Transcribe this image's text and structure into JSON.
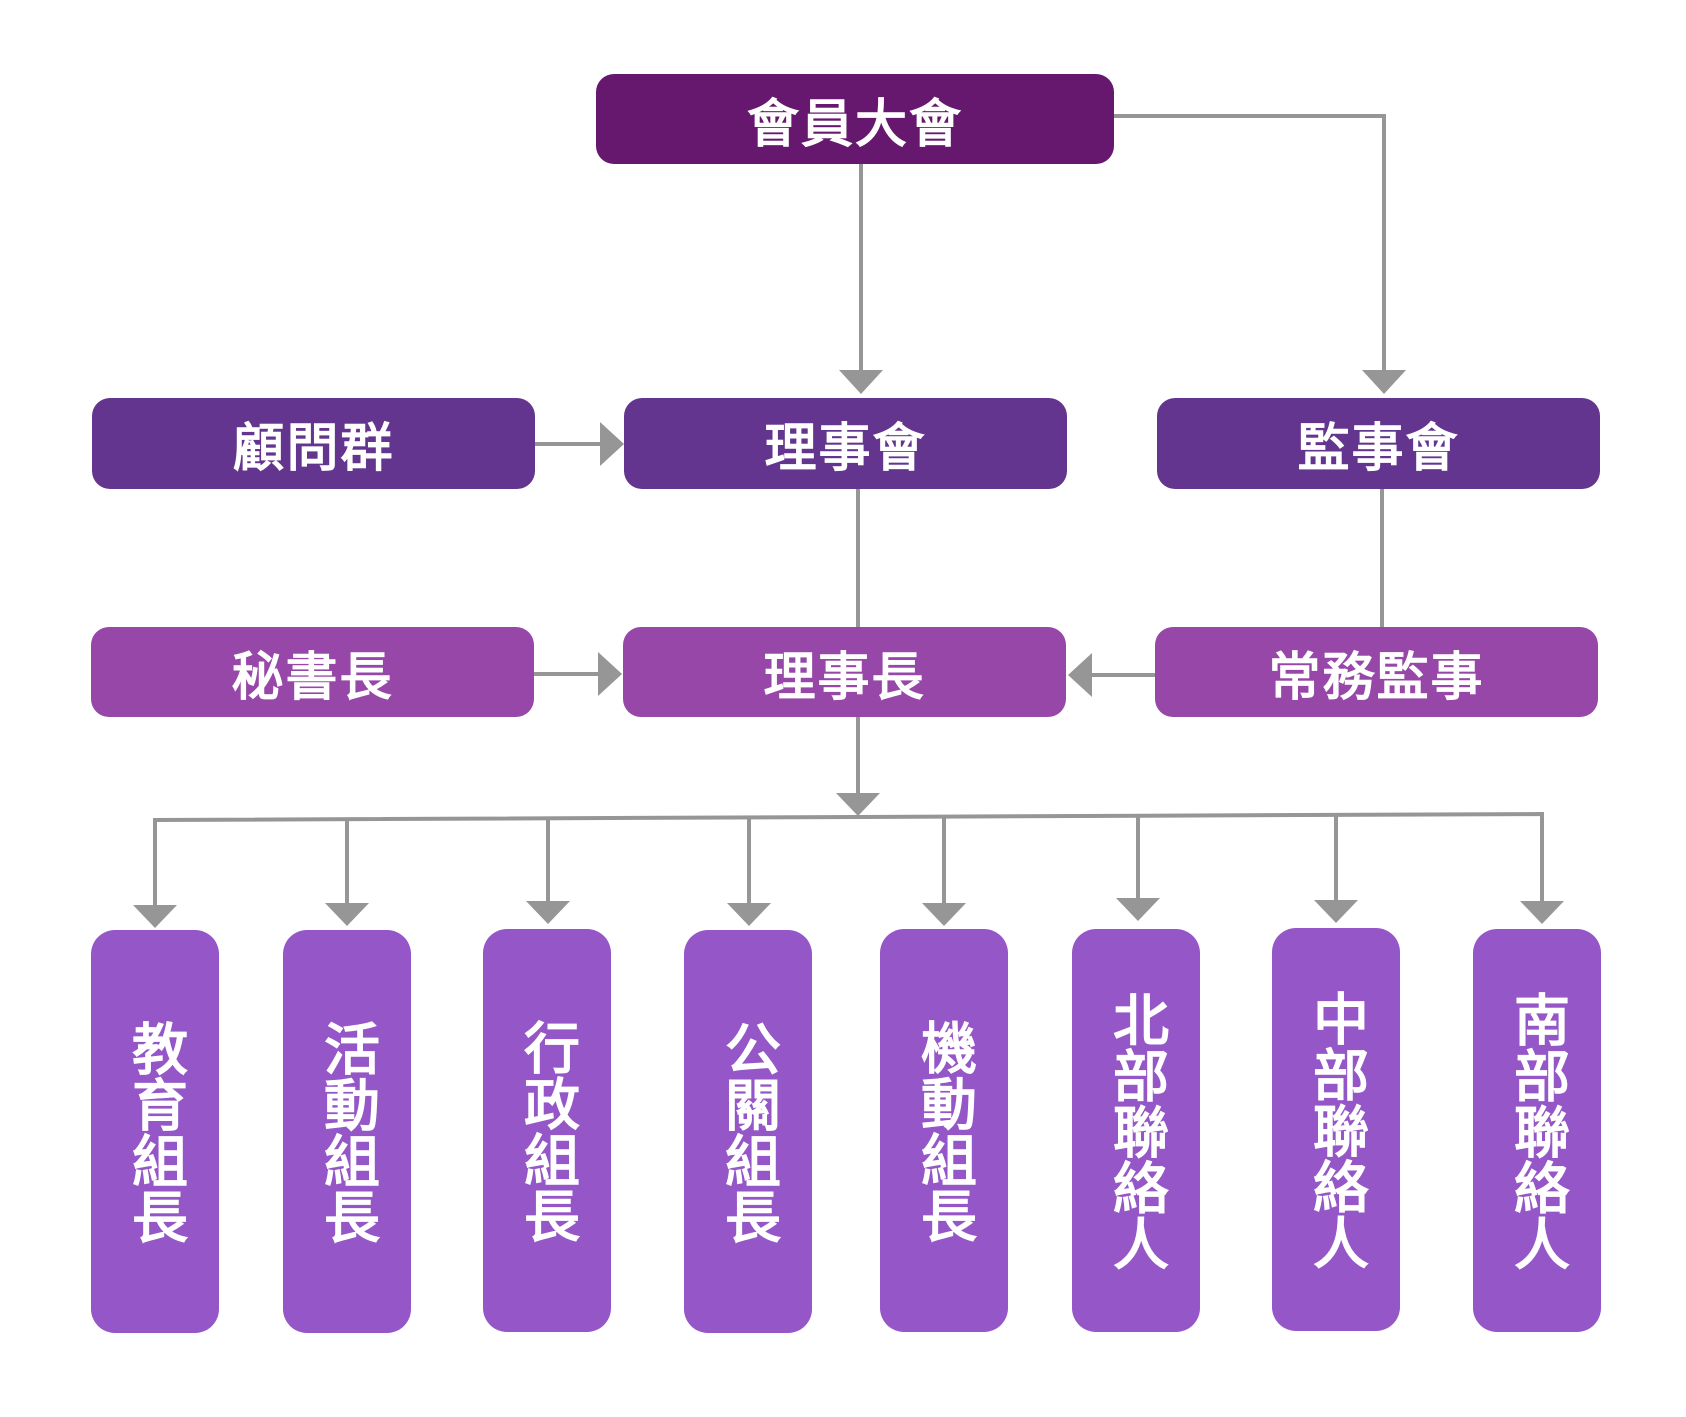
{
  "diagram": {
    "type": "org-chart",
    "colors": {
      "level1": "#66186f",
      "level2": "#63358e",
      "level3": "#9747a8",
      "level4": "#9556c7",
      "connector": "#969696",
      "text": "#ffffff"
    },
    "nodes": {
      "general_assembly": "會員大會",
      "advisors": "顧問群",
      "board_of_directors": "理事會",
      "board_of_supervisors": "監事會",
      "secretary_general": "秘書長",
      "chairman": "理事長",
      "standing_supervisor": "常務監事",
      "departments": [
        "教育組長",
        "活動組長",
        "行政組長",
        "公關組長",
        "機動組長",
        "北部聯絡人",
        "中部聯絡人",
        "南部聯絡人"
      ]
    },
    "edges": [
      [
        "會員大會",
        "理事會"
      ],
      [
        "會員大會",
        "監事會"
      ],
      [
        "顧問群",
        "理事會"
      ],
      [
        "理事會",
        "理事長"
      ],
      [
        "監事會",
        "常務監事"
      ],
      [
        "秘書長",
        "理事長"
      ],
      [
        "常務監事",
        "理事長"
      ],
      [
        "理事長",
        "教育組長"
      ],
      [
        "理事長",
        "活動組長"
      ],
      [
        "理事長",
        "行政組長"
      ],
      [
        "理事長",
        "公關組長"
      ],
      [
        "理事長",
        "機動組長"
      ],
      [
        "理事長",
        "北部聯絡人"
      ],
      [
        "理事長",
        "中部聯絡人"
      ],
      [
        "理事長",
        "南部聯絡人"
      ]
    ]
  }
}
